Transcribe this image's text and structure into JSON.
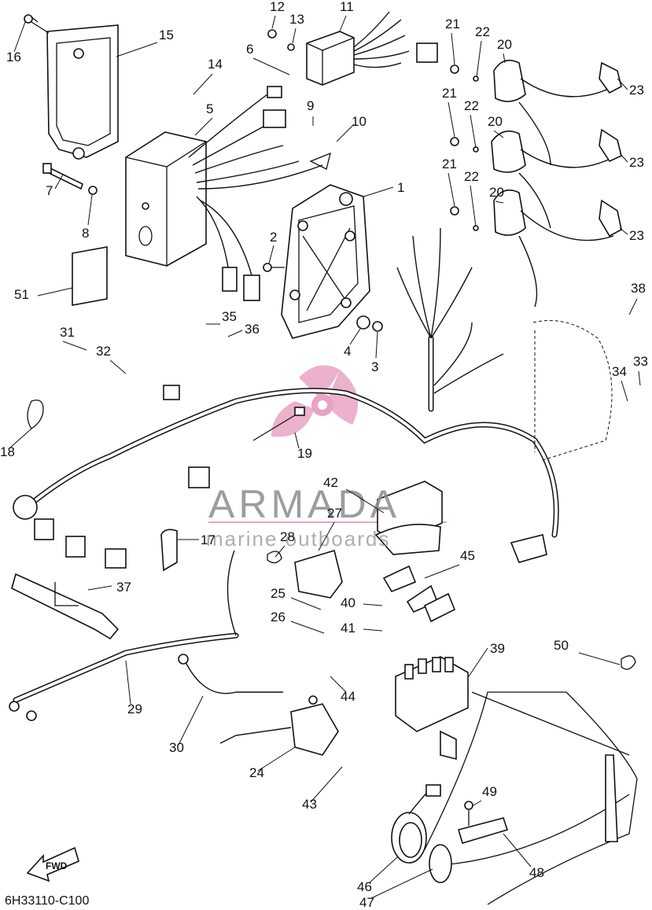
{
  "diagram": {
    "code": "6H33110-C100",
    "watermark": {
      "brand": "ARMADA",
      "tagline": "marine outboards",
      "accent": "#e7a3c4"
    },
    "fwd_label": "FWD",
    "callouts": [
      "1",
      "2",
      "3",
      "4",
      "5",
      "6",
      "7",
      "8",
      "9",
      "10",
      "11",
      "12",
      "13",
      "14",
      "15",
      "16",
      "17",
      "18",
      "19",
      "20",
      "20",
      "20",
      "21",
      "21",
      "21",
      "22",
      "22",
      "22",
      "23",
      "23",
      "23",
      "24",
      "25",
      "26",
      "27",
      "28",
      "29",
      "30",
      "31",
      "32",
      "33",
      "34",
      "35",
      "36",
      "37",
      "38",
      "39",
      "40",
      "41",
      "42",
      "43",
      "44",
      "45",
      "46",
      "47",
      "48",
      "49",
      "50",
      "51"
    ]
  }
}
